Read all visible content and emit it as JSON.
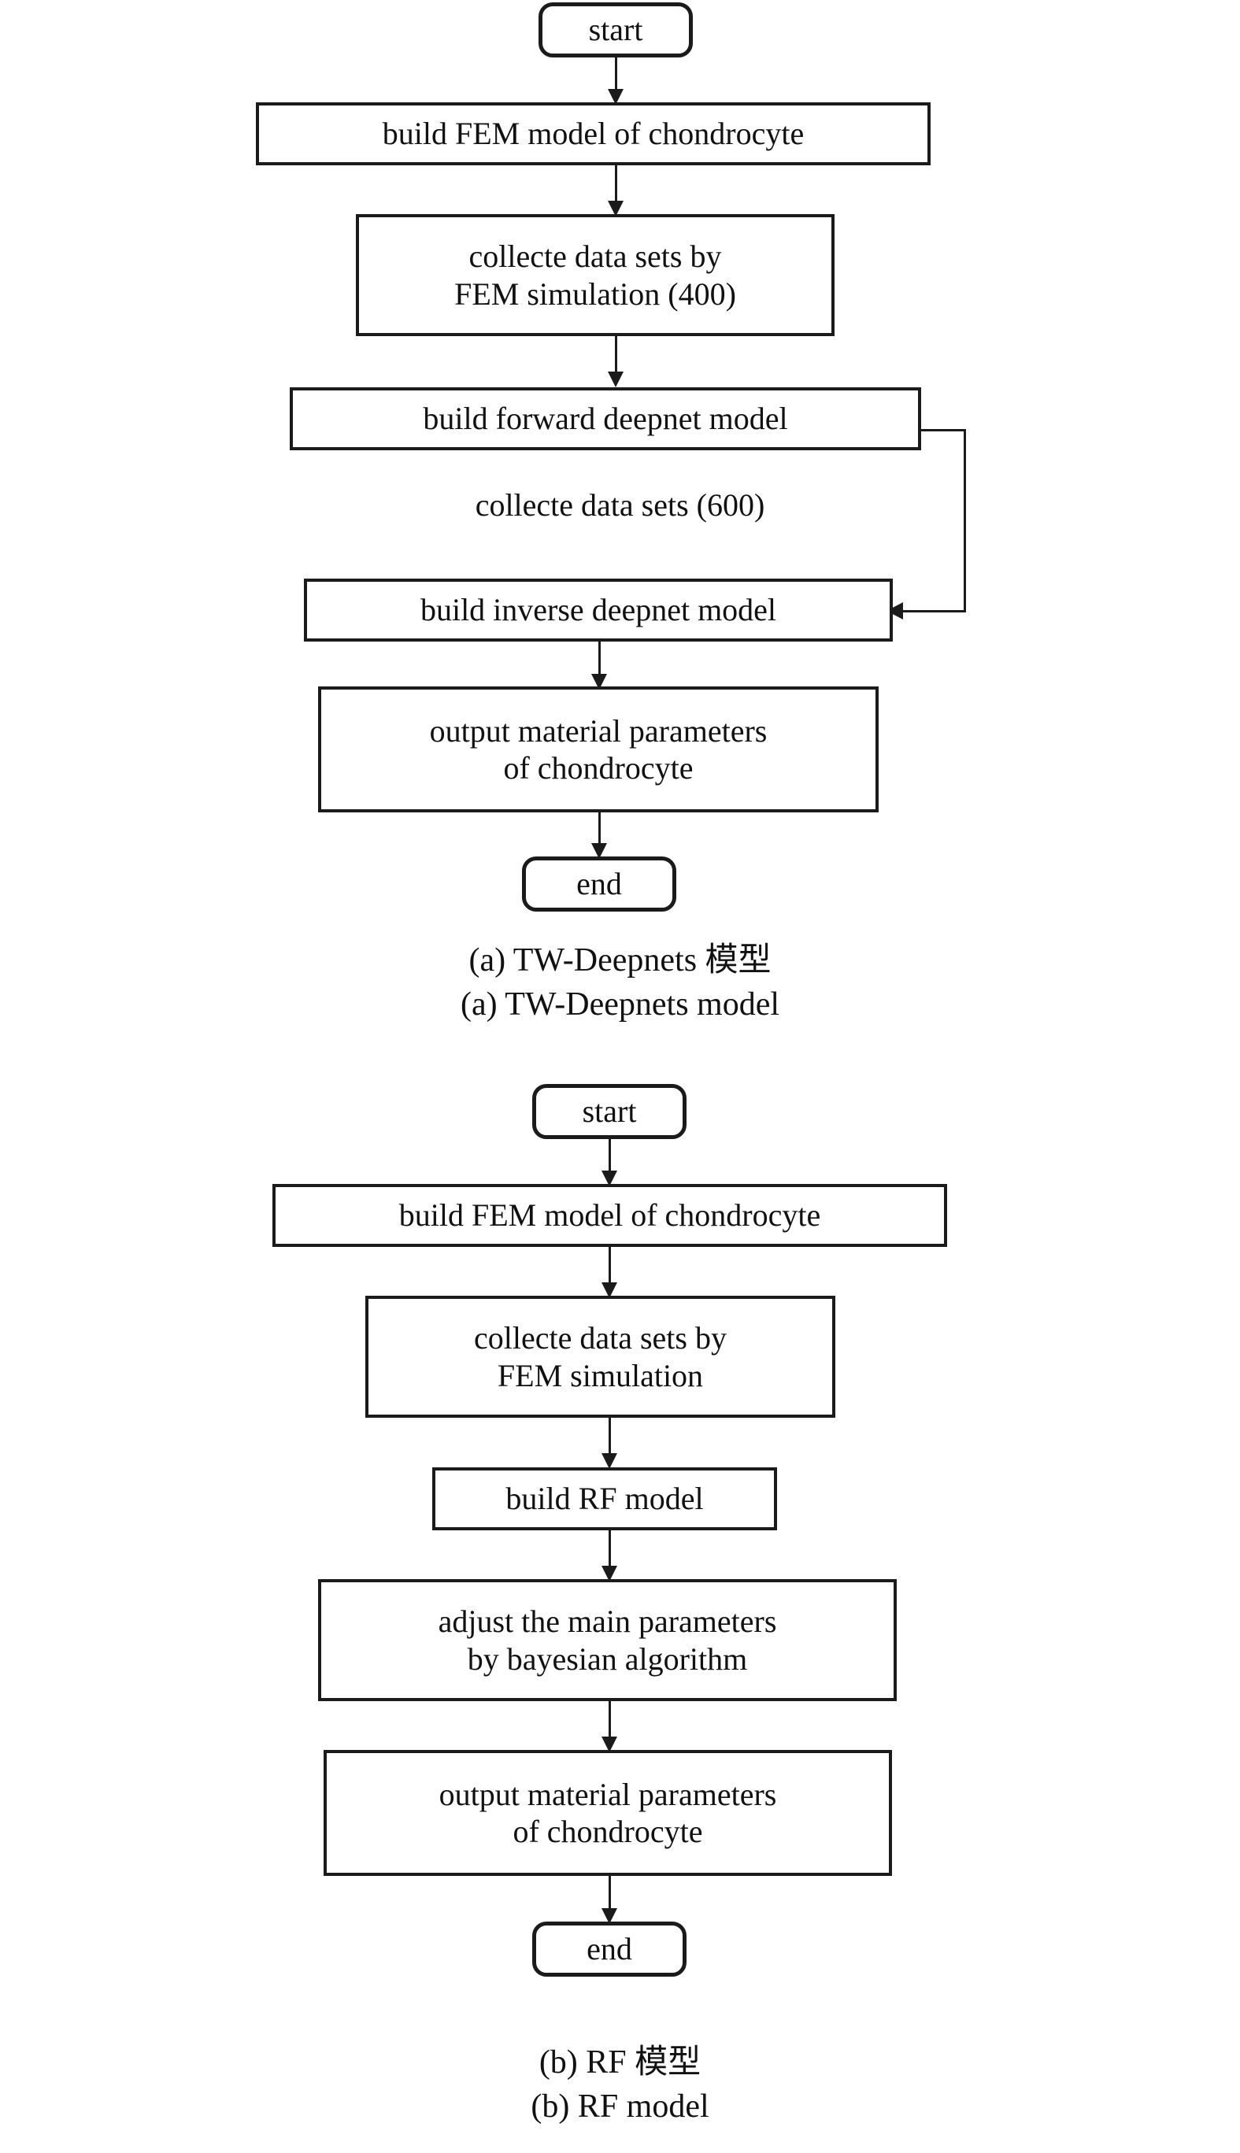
{
  "figure": {
    "type": "flowchart",
    "panels": [
      {
        "id": "panel-a",
        "caption_cn": "(a) TW-Deepnets 模型",
        "caption_en": "(a) TW-Deepnets model",
        "nodes": [
          {
            "id": "a-start",
            "shape": "terminal",
            "label": "start"
          },
          {
            "id": "a-fem",
            "shape": "process",
            "label": "build FEM model of chondrocyte"
          },
          {
            "id": "a-collect",
            "shape": "process",
            "label": "collecte data sets by\nFEM simulation (400)"
          },
          {
            "id": "a-forward",
            "shape": "process",
            "label": "build forward deepnet model"
          },
          {
            "id": "a-inverse",
            "shape": "process",
            "label": "build inverse deepnet model"
          },
          {
            "id": "a-output",
            "shape": "process",
            "label": "output material parameters\nof chondrocyte"
          },
          {
            "id": "a-end",
            "shape": "terminal",
            "label": "end"
          }
        ],
        "edge_labels": [
          {
            "id": "a-loop-label",
            "label": "collecte data sets (600)"
          }
        ],
        "edges": [
          {
            "from": "a-start",
            "to": "a-fem",
            "kind": "straight-down"
          },
          {
            "from": "a-fem",
            "to": "a-collect",
            "kind": "straight-down"
          },
          {
            "from": "a-collect",
            "to": "a-forward",
            "kind": "straight-down"
          },
          {
            "from": "a-forward",
            "to": "a-inverse",
            "kind": "right-loop-down-left"
          },
          {
            "from": "a-inverse",
            "to": "a-output",
            "kind": "straight-down"
          },
          {
            "from": "a-output",
            "to": "a-end",
            "kind": "straight-down"
          }
        ]
      },
      {
        "id": "panel-b",
        "caption_cn": "(b) RF 模型",
        "caption_en": "(b) RF model",
        "nodes": [
          {
            "id": "b-start",
            "shape": "terminal",
            "label": "start"
          },
          {
            "id": "b-fem",
            "shape": "process",
            "label": "build FEM model of chondrocyte"
          },
          {
            "id": "b-collect",
            "shape": "process",
            "label": "collecte data sets by\nFEM simulation"
          },
          {
            "id": "b-rf",
            "shape": "process",
            "label": "build RF model"
          },
          {
            "id": "b-adjust",
            "shape": "process",
            "label": "adjust the main parameters\nby bayesian algorithm"
          },
          {
            "id": "b-output",
            "shape": "process",
            "label": "output material parameters\nof chondrocyte"
          },
          {
            "id": "b-end",
            "shape": "terminal",
            "label": "end"
          }
        ],
        "edge_labels": [],
        "edges": [
          {
            "from": "b-start",
            "to": "b-fem",
            "kind": "straight-down"
          },
          {
            "from": "b-fem",
            "to": "b-collect",
            "kind": "straight-down"
          },
          {
            "from": "b-collect",
            "to": "b-rf",
            "kind": "straight-down"
          },
          {
            "from": "b-rf",
            "to": "b-adjust",
            "kind": "straight-down"
          },
          {
            "from": "b-adjust",
            "to": "b-output",
            "kind": "straight-down"
          },
          {
            "from": "b-output",
            "to": "b-end",
            "kind": "straight-down"
          }
        ]
      }
    ],
    "colors": {
      "stroke": "#1b1b1b",
      "fill": "#ffffff",
      "text": "#111111"
    }
  }
}
